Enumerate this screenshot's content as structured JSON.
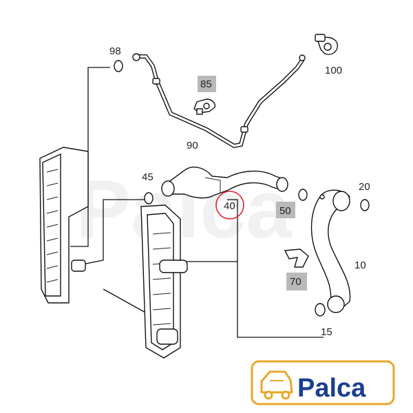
{
  "diagram": {
    "labels": {
      "p98": "98",
      "p100": "100",
      "p85": "85",
      "p90": "90",
      "p45": "45",
      "p40": "40",
      "p50": "50",
      "p20": "20",
      "p70": "70",
      "p10": "10",
      "p15": "15"
    },
    "highlight_color": "#e0212b",
    "label_bg_color": "#b9b9b9"
  },
  "brand": {
    "logo_text": "Palca",
    "logo_color": "#1a3f8f",
    "car_icon_color": "#e8a72a",
    "watermark_text": "Palca"
  }
}
